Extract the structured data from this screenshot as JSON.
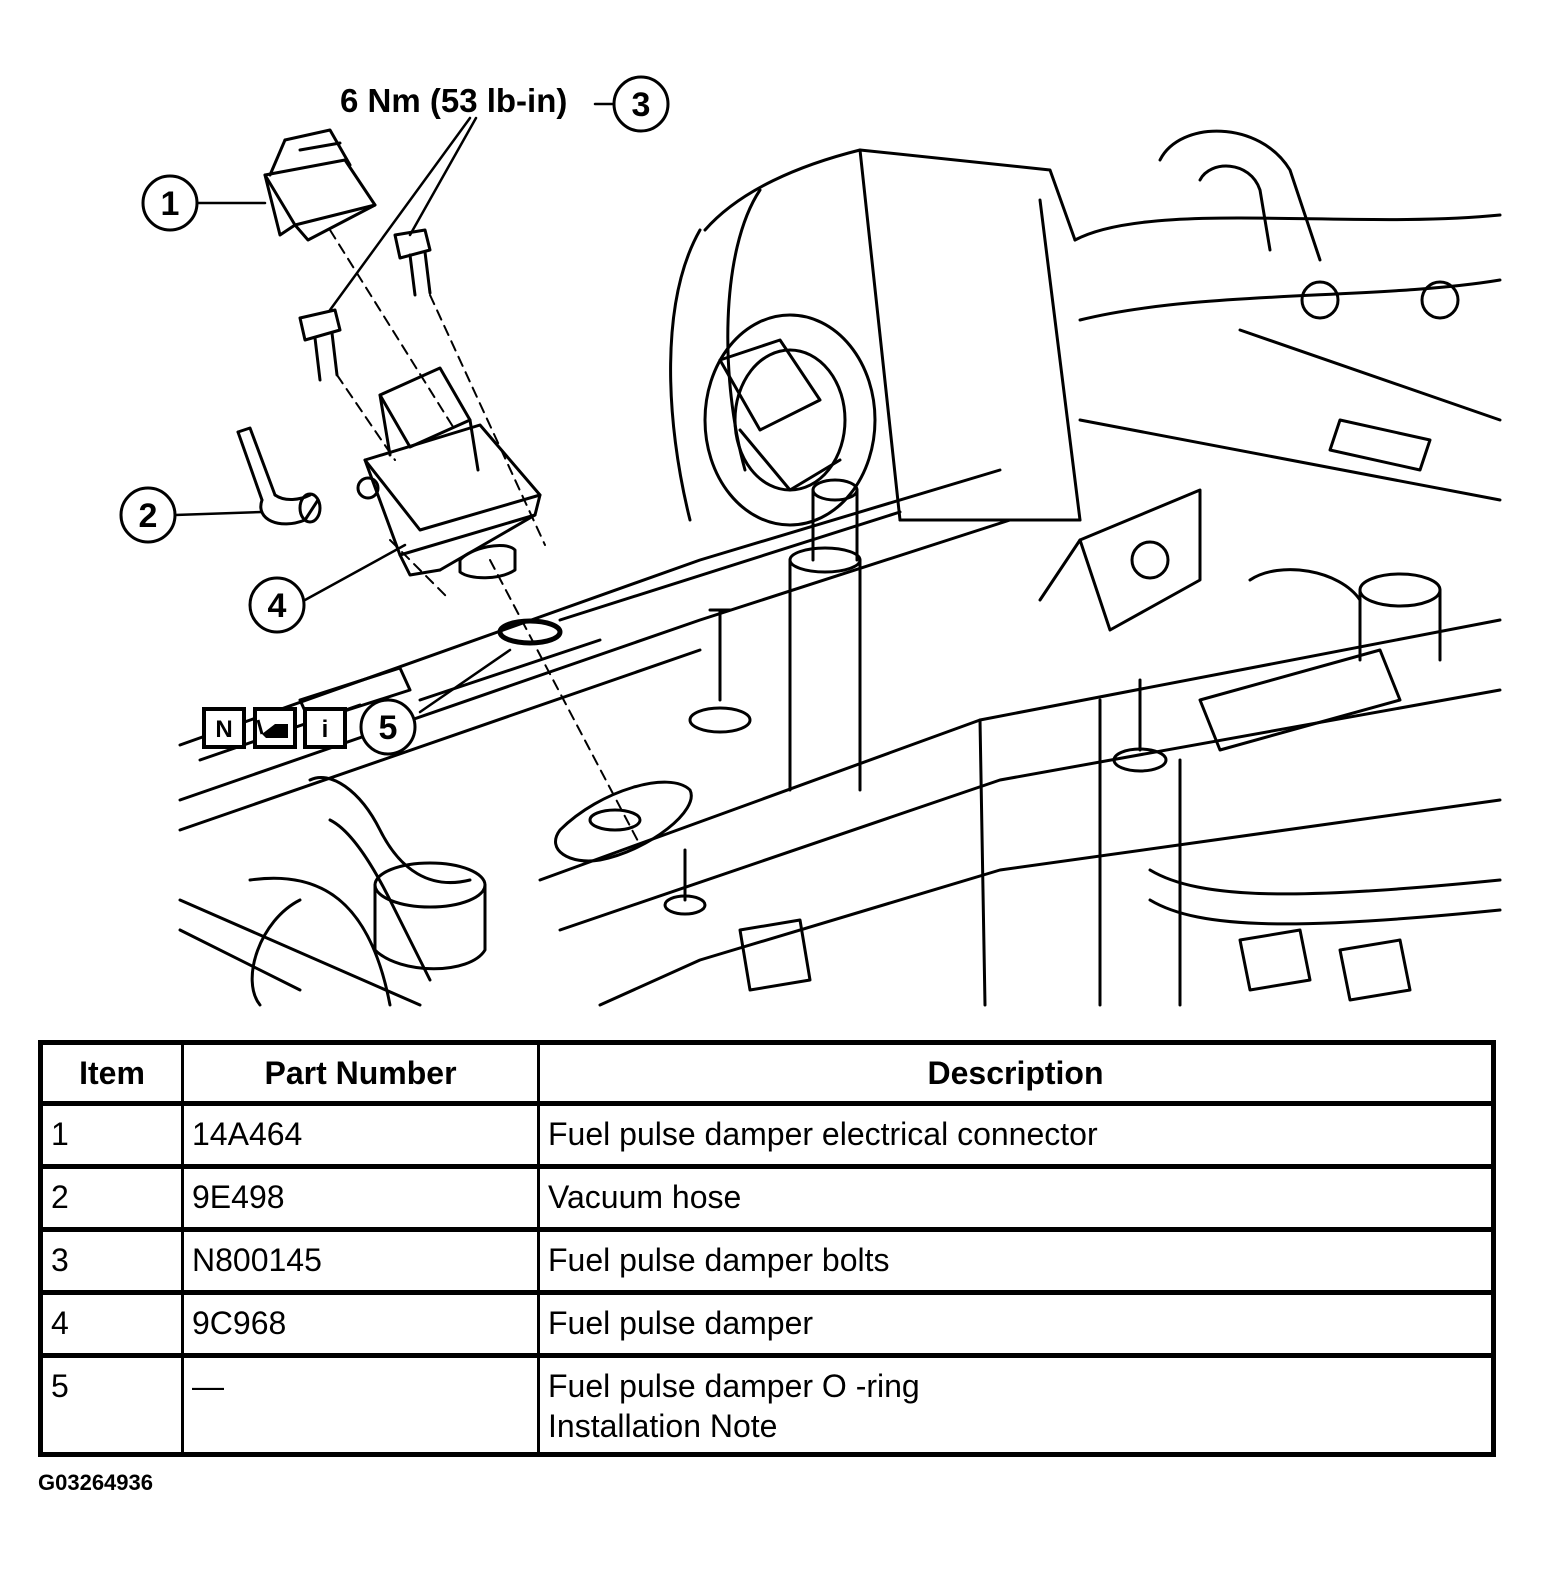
{
  "diagram": {
    "torque_spec": "6 Nm (53 lb-in)",
    "callouts": [
      "1",
      "2",
      "3",
      "4",
      "5"
    ],
    "symbols": [
      "N",
      "i"
    ],
    "symbol_icons": [
      "new-part-icon",
      "lubricate-oil-can-icon",
      "information-icon"
    ]
  },
  "table": {
    "headers": [
      "Item",
      "Part Number",
      "Description"
    ],
    "rows": [
      {
        "item": "1",
        "part": "14A464",
        "desc": [
          "Fuel pulse damper electrical connector"
        ]
      },
      {
        "item": "2",
        "part": "9E498",
        "desc": [
          "Vacuum hose"
        ]
      },
      {
        "item": "3",
        "part": "N800145",
        "desc": [
          "Fuel pulse damper bolts"
        ]
      },
      {
        "item": "4",
        "part": "9C968",
        "desc": [
          "Fuel pulse damper"
        ]
      },
      {
        "item": "5",
        "part": "—",
        "desc": [
          "Fuel pulse damper O -ring",
          "Installation Note"
        ]
      }
    ]
  },
  "figure_id": "G03264936"
}
